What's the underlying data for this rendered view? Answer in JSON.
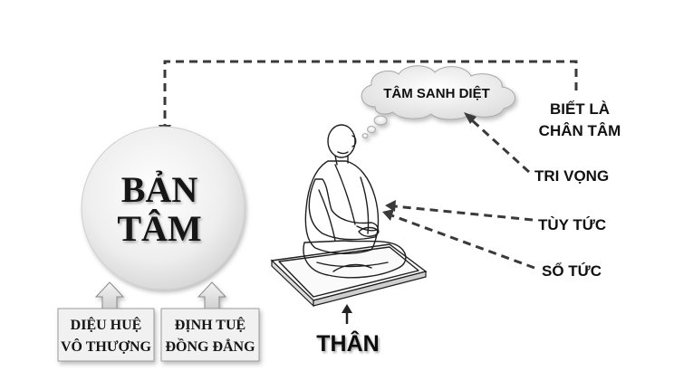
{
  "core": {
    "line1": "BẢN",
    "line2": "TÂM"
  },
  "thought": "TÂM SANH DIỆT",
  "realize": {
    "line1": "BIẾT LÀ",
    "line2": "CHÂN TÂM"
  },
  "labels": {
    "vong": "TRI VỌNG",
    "tuy": "TÙY TỨC",
    "so": "SỔ TỨC"
  },
  "body_label": "THÂN",
  "box_left": {
    "line1": "DIỆU HUỆ",
    "line2": "VÔ THƯỢNG"
  },
  "box_right": {
    "line1": "ĐỊNH TUỆ",
    "line2": "ĐỒNG ĐẲNG"
  },
  "colors": {
    "ink": "#111111",
    "dash": "#3a3a3a",
    "bubble": "#f2f2f2",
    "circle": "#ebebeb"
  }
}
